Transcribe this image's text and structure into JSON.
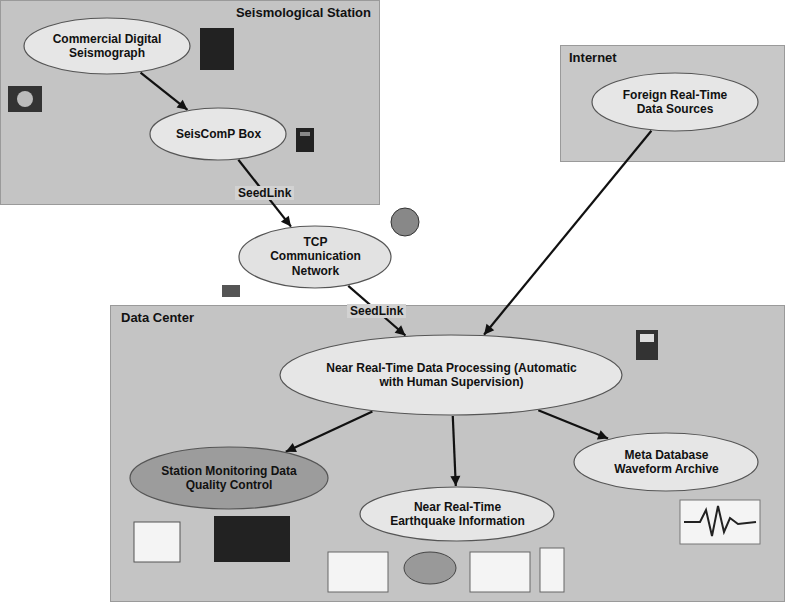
{
  "diagram": {
    "nodes": [
      {
        "text": [
          "Seismological Station"
        ]
      },
      {
        "text": [
          "Commercial Digital Seismograph"
        ],
        "in": 0
      },
      {
        "text": [
          "SeisComP Box"
        ],
        "in": 0
      },
      {
        "text": [
          "TCP Communication Network"
        ]
      },
      {
        "text": [
          "Internet"
        ]
      },
      {
        "text": [
          "Foreign Real-Time Data Sources"
        ],
        "in": 4
      },
      {
        "text": [
          "Data Center"
        ]
      },
      {
        "text": [
          "Near Real-Time Data Processing (Automatic with Human Supervision)"
        ],
        "in": 6
      },
      {
        "text": [
          "Station Monitoring Data Quality Control"
        ],
        "in": 6
      },
      {
        "text": [
          "Near Real-Time Earthquake Information"
        ],
        "in": 6
      },
      {
        "text": [
          "Meta Database Waveform Archive"
        ],
        "in": 6
      }
    ],
    "edges": [
      {
        "from": 1,
        "to": 2,
        "arrow": "to"
      },
      {
        "from": 2,
        "to": 3,
        "label": "SeedLink",
        "arrow": "to"
      },
      {
        "from": 3,
        "to": 7,
        "label": "SeedLink",
        "arrow": "to"
      },
      {
        "from": 5,
        "to": 7,
        "arrow": "to"
      },
      {
        "from": 7,
        "to": 8,
        "arrow": "to"
      },
      {
        "from": 7,
        "to": 9,
        "arrow": "to"
      },
      {
        "from": 7,
        "to": 10,
        "arrow": "to"
      }
    ]
  }
}
